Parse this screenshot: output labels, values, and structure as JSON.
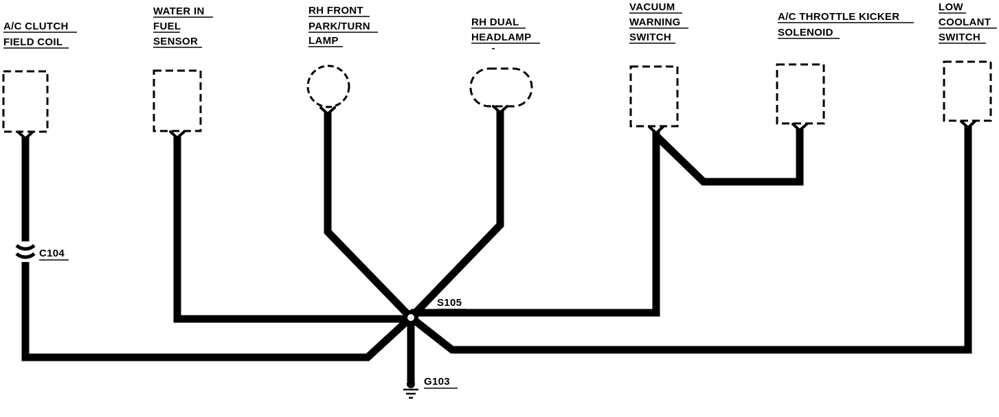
{
  "components": {
    "ac_clutch": {
      "line1": "A/C CLUTCH",
      "line2": "FIELD COIL"
    },
    "water_in_fuel": {
      "line1": "WATER IN",
      "line2": "FUEL",
      "line3": "SENSOR"
    },
    "rh_front_lamp": {
      "line1": "RH FRONT",
      "line2": "PARK/TURN",
      "line3": "LAMP"
    },
    "rh_headlamp": {
      "line1": "RH DUAL",
      "line2": "HEADLAMP"
    },
    "vacuum_switch": {
      "line1": "VACUUM",
      "line2": "WARNING",
      "line3": "SWITCH"
    },
    "throttle_kicker": {
      "line1": "A/C THROTTLE KICKER",
      "line2": "SOLENOID"
    },
    "coolant_switch": {
      "line1": "LOW",
      "line2": "COOLANT",
      "line3": "SWITCH"
    }
  },
  "connector": {
    "label": "C104"
  },
  "splice": {
    "label": "S105"
  },
  "ground": {
    "label": "G103"
  },
  "colors": {
    "ink": "#000000",
    "background": "#ffffff"
  }
}
